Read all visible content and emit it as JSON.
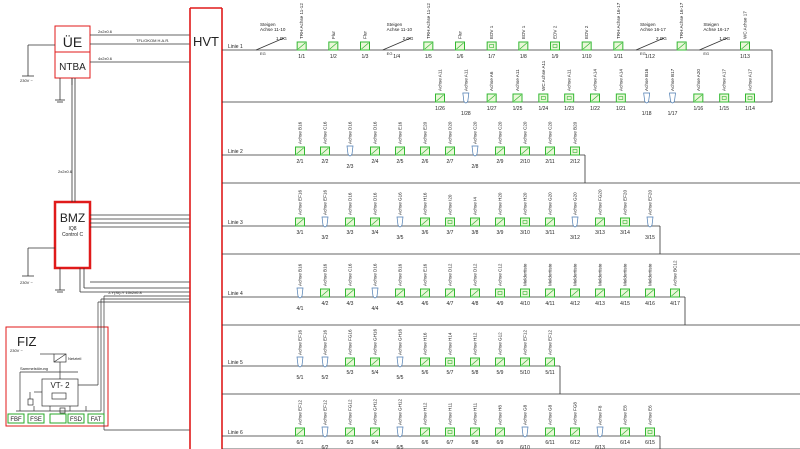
{
  "boxes": {
    "ue": {
      "title": "ÜE",
      "sub": "NTBA",
      "power": "230V ~",
      "lines": [
        "2x2x0.6",
        "TFL/OKOM H.A.R.",
        "4x2x0.6"
      ]
    },
    "bmz": {
      "title": "BMZ",
      "sub1": "IQ8",
      "sub2": "Control C",
      "power": "230V ~",
      "feed": "2x2x0.6"
    },
    "fiz": {
      "title": "FIZ",
      "power": "230V ~",
      "relay": "Netzteil",
      "collector": "Sammelstörung",
      "vt": "VT- 2",
      "cable": "J-Y(St)-Y 10x2x0.8",
      "terminals": [
        "FBF",
        "FSE",
        "",
        "FSD",
        "FAT"
      ]
    },
    "hvt": {
      "title": "HVT"
    }
  },
  "lines": [
    {
      "label": "Linie 1",
      "top": [
        {
          "name": "Steigen Achse 11-10",
          "type": "riser",
          "id": "",
          "extra": "1.OG"
        },
        {
          "name": "TRH Achse 11-12",
          "type": "smoke",
          "id": "1/1"
        },
        {
          "name": "Flur",
          "type": "smoke",
          "id": "1/2"
        },
        {
          "name": "Flur",
          "type": "smoke",
          "id": "1/3"
        },
        {
          "name": "Steigen Achse 11-10",
          "type": "riser",
          "id": "1/4",
          "extra": "2.OG"
        },
        {
          "name": "TRH Achse 11-12",
          "type": "smoke",
          "id": "1/5"
        },
        {
          "name": "Flur",
          "type": "smoke",
          "id": "1/6"
        },
        {
          "name": "EDV 1",
          "type": "box",
          "id": "1/7"
        },
        {
          "name": "EDV 1",
          "type": "smoke",
          "id": "1/8"
        },
        {
          "name": "EDV 2",
          "type": "box",
          "id": "1/9"
        },
        {
          "name": "EDV 2",
          "type": "smoke",
          "id": "1/10"
        },
        {
          "name": "TRH Achse 16-17",
          "type": "smoke",
          "id": "1/11"
        },
        {
          "name": "Steigen Achse 16-17",
          "type": "riser",
          "id": "1/12",
          "extra": "2.OG"
        },
        {
          "name": "TRH Achse 16-17",
          "type": "smoke",
          "id": ""
        },
        {
          "name": "Steigen Achse 16-17",
          "type": "riser",
          "id": "",
          "extra": "1.OG"
        },
        {
          "name": "WC Achse 17",
          "type": "smoke",
          "id": "1/13"
        }
      ],
      "bottom": [
        {
          "name": "Achse A11",
          "type": "smoke",
          "id": "1/26"
        },
        {
          "name": "Achse A11",
          "type": "heat",
          "id": "1/28"
        },
        {
          "name": "Achse A6",
          "type": "smoke",
          "id": "1/27"
        },
        {
          "name": "Achse A11",
          "type": "smoke",
          "id": "1/25"
        },
        {
          "name": "WC Achse A11",
          "type": "box",
          "id": "1/24"
        },
        {
          "name": "Achse A11",
          "type": "box",
          "id": "1/23"
        },
        {
          "name": "Achse A14",
          "type": "smoke",
          "id": "1/22"
        },
        {
          "name": "Achse A14",
          "type": "box",
          "id": "1/21"
        },
        {
          "name": "Achse B16",
          "type": "heat",
          "id": "1/18"
        },
        {
          "name": "Achse B17",
          "type": "heat",
          "id": "1/17"
        },
        {
          "name": "Achse A20",
          "type": "smoke",
          "id": "1/16"
        },
        {
          "name": "Achse A17",
          "type": "box",
          "id": "1/15"
        },
        {
          "name": "Achse A17",
          "type": "box",
          "id": "1/14"
        }
      ]
    },
    {
      "label": "Linie 2",
      "top": [
        {
          "name": "Achse B16",
          "type": "smoke",
          "id": "2/1"
        },
        {
          "name": "Achse C16",
          "type": "smoke",
          "id": "2/2"
        },
        {
          "name": "Achse D16",
          "type": "heat",
          "id": "2/3"
        },
        {
          "name": "Achse D16",
          "type": "smoke",
          "id": "2/4"
        },
        {
          "name": "Achse E16",
          "type": "smoke",
          "id": "2/5"
        },
        {
          "name": "Achse E20",
          "type": "smoke",
          "id": "2/6"
        },
        {
          "name": "Achse D20",
          "type": "smoke",
          "id": "2/7"
        },
        {
          "name": "Achse C20",
          "type": "heat",
          "id": "2/8"
        },
        {
          "name": "Achse C20",
          "type": "smoke",
          "id": "2/9"
        },
        {
          "name": "Achse C20",
          "type": "smoke",
          "id": "2/10"
        },
        {
          "name": "Achse C20",
          "type": "smoke",
          "id": "2/11"
        },
        {
          "name": "Achse B20",
          "type": "box",
          "id": "2/12"
        }
      ]
    },
    {
      "label": "Linie 3",
      "top": [
        {
          "name": "Achse EF16",
          "type": "smoke",
          "id": "3/1"
        },
        {
          "name": "Achse EF16",
          "type": "heat",
          "id": "3/2"
        },
        {
          "name": "Achse D16",
          "type": "smoke",
          "id": "3/3"
        },
        {
          "name": "Achse D16",
          "type": "smoke",
          "id": "3/4"
        },
        {
          "name": "Achse G16",
          "type": "heat",
          "id": "3/5"
        },
        {
          "name": "Achse H16",
          "type": "smoke",
          "id": "3/6"
        },
        {
          "name": "Achse I20",
          "type": "box",
          "id": "3/7"
        },
        {
          "name": "Achse I4",
          "type": "smoke",
          "id": "3/8"
        },
        {
          "name": "Achse H20",
          "type": "smoke",
          "id": "3/9"
        },
        {
          "name": "Achse H20",
          "type": "box",
          "id": "3/10"
        },
        {
          "name": "Achse G20",
          "type": "smoke",
          "id": "3/11"
        },
        {
          "name": "Achse G20",
          "type": "heat",
          "id": "3/12"
        },
        {
          "name": "Achse FG20",
          "type": "smoke",
          "id": "3/13"
        },
        {
          "name": "Achse EF20",
          "type": "box",
          "id": "3/14"
        },
        {
          "name": "Achse EF20",
          "type": "heat",
          "id": "3/15"
        }
      ]
    },
    {
      "label": "Linie 4",
      "top": [
        {
          "name": "Achse B16",
          "type": "heat",
          "id": "4/1"
        },
        {
          "name": "Achse B16",
          "type": "smoke",
          "id": "4/2"
        },
        {
          "name": "Achse C16",
          "type": "smoke",
          "id": "4/3"
        },
        {
          "name": "Achse D16",
          "type": "heat",
          "id": "4/4"
        },
        {
          "name": "Achse B16",
          "type": "smoke",
          "id": "4/5"
        },
        {
          "name": "Achse E16",
          "type": "smoke",
          "id": "4/6"
        },
        {
          "name": "Achse D12",
          "type": "smoke",
          "id": "4/7"
        },
        {
          "name": "Achse D12",
          "type": "smoke",
          "id": "4/8"
        },
        {
          "name": "Achse C12",
          "type": "box",
          "id": "4/9"
        },
        {
          "name": "Meldertiste",
          "type": "box",
          "id": "4/10"
        },
        {
          "name": "Meldertiste",
          "type": "smoke",
          "id": "4/11"
        },
        {
          "name": "Meldertiste",
          "type": "smoke",
          "id": "4/12"
        },
        {
          "name": "Meldertiste",
          "type": "smoke",
          "id": "4/13"
        },
        {
          "name": "Meldertiste",
          "type": "smoke",
          "id": "4/15"
        },
        {
          "name": "Meldertiste",
          "type": "smoke",
          "id": "4/16"
        },
        {
          "name": "Achse BC12",
          "type": "smoke",
          "id": "4/17"
        }
      ]
    },
    {
      "label": "Linie 5",
      "top": [
        {
          "name": "Achse EF16",
          "type": "heat",
          "id": "5/1"
        },
        {
          "name": "Achse EF16",
          "type": "heat",
          "id": "5/2"
        },
        {
          "name": "Achse FG16",
          "type": "smoke",
          "id": "5/3"
        },
        {
          "name": "Achse GH16",
          "type": "smoke",
          "id": "5/4"
        },
        {
          "name": "Achse GH16",
          "type": "heat",
          "id": "5/5"
        },
        {
          "name": "Achse H16",
          "type": "smoke",
          "id": "5/6"
        },
        {
          "name": "Achse H14",
          "type": "box",
          "id": "5/7"
        },
        {
          "name": "Achse H12",
          "type": "smoke",
          "id": "5/8"
        },
        {
          "name": "Achse G12",
          "type": "smoke",
          "id": "5/9"
        },
        {
          "name": "Achse EF12",
          "type": "smoke",
          "id": "5/10"
        },
        {
          "name": "Achse EF12",
          "type": "smoke",
          "id": "5/11"
        }
      ]
    },
    {
      "label": "Linie 6",
      "top": [
        {
          "name": "Achse EF12",
          "type": "smoke",
          "id": "6/1"
        },
        {
          "name": "Achse EF12",
          "type": "heat",
          "id": "6/2"
        },
        {
          "name": "Achse FG12",
          "type": "smoke",
          "id": "6/3"
        },
        {
          "name": "Achse GH12",
          "type": "smoke",
          "id": "6/4"
        },
        {
          "name": "Achse GH12",
          "type": "heat",
          "id": "6/5"
        },
        {
          "name": "Achse H12",
          "type": "smoke",
          "id": "6/6"
        },
        {
          "name": "Achse H11",
          "type": "box",
          "id": "6/7"
        },
        {
          "name": "Achse H11",
          "type": "smoke",
          "id": "6/8"
        },
        {
          "name": "Achse H8",
          "type": "smoke",
          "id": "6/9"
        },
        {
          "name": "Achse G8",
          "type": "heat",
          "id": "6/10"
        },
        {
          "name": "Achse G8",
          "type": "smoke",
          "id": "6/11"
        },
        {
          "name": "Achse FG8",
          "type": "smoke",
          "id": "6/12"
        },
        {
          "name": "Achse F8",
          "type": "heat",
          "id": "6/13"
        },
        {
          "name": "Achse E8",
          "type": "smoke",
          "id": "6/14"
        },
        {
          "name": "Achse E6",
          "type": "box",
          "id": "6/15"
        }
      ]
    }
  ],
  "colors": {
    "line": "#333333",
    "red": "#e01a1a",
    "green": "#33b833",
    "greenFill": "#eaf7d8",
    "fizGreen": "#2aa82a"
  }
}
